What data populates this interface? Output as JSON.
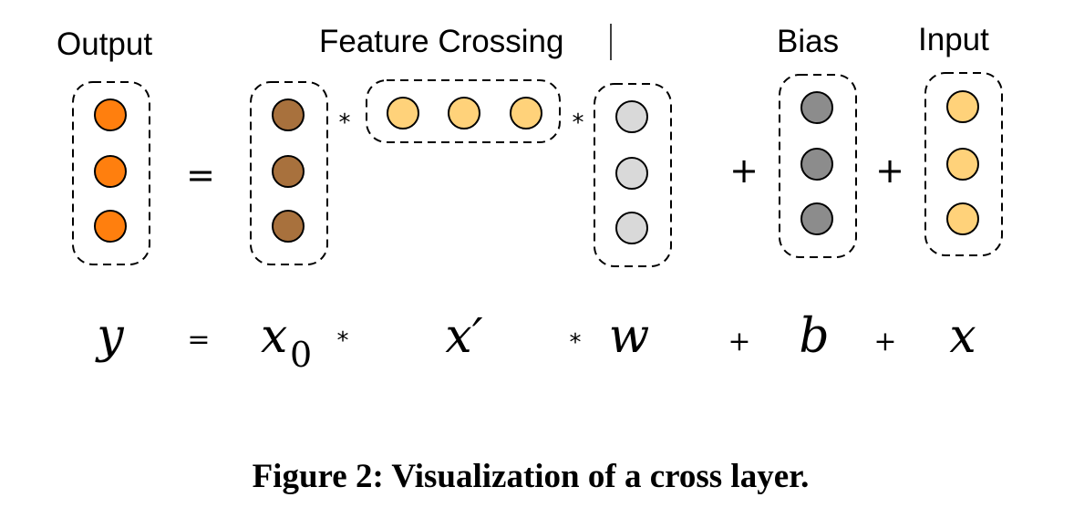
{
  "headers": {
    "output": "Output",
    "feature_crossing": "Feature Crossing",
    "bias": "Bias",
    "input": "Input"
  },
  "operators": {
    "equals": "=",
    "times": "*",
    "plus": "+"
  },
  "equation": {
    "y": "y",
    "x0_base": "x",
    "x0_sub": "0",
    "x_prime": "x′",
    "w": "w",
    "b": "b",
    "x": "x"
  },
  "caption": "Figure 2: Visualization of a cross layer.",
  "colors": {
    "output": "#ff7f0e",
    "x0": "#a8713d",
    "x_prime": "#ffd27a",
    "w": "#d9d9d9",
    "bias": "#8c8c8c",
    "input": "#ffd27a"
  }
}
